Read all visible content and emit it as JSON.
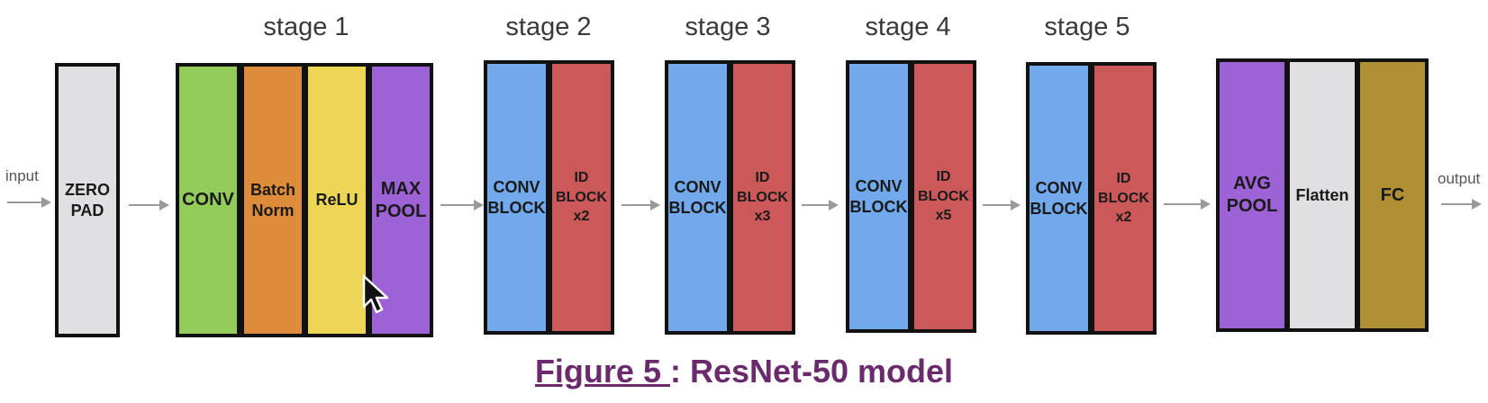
{
  "stages": [
    "stage 1",
    "stage 2",
    "stage 3",
    "stage 4",
    "stage 5"
  ],
  "io": {
    "input": "input",
    "output": "output"
  },
  "blocks": {
    "zero_pad": "ZERO\nPAD",
    "conv": "CONV",
    "batch_norm": "Batch\nNorm",
    "relu": "ReLU",
    "max_pool": "MAX\nPOOL",
    "s2_conv_block": "CONV\nBLOCK",
    "s2_id_block": "ID\nBLOCK\nx2",
    "s3_conv_block": "CONV\nBLOCK",
    "s3_id_block": "ID\nBLOCK\nx3",
    "s4_conv_block": "CONV\nBLOCK",
    "s4_id_block": "ID\nBLOCK\nx5",
    "s5_conv_block": "CONV\nBLOCK",
    "s5_id_block": "ID\nBLOCK\nx2",
    "avg_pool": "AVG\nPOOL",
    "flatten": "Flatten",
    "fc": "FC"
  },
  "colors": {
    "zero_pad": "#e0e0e2",
    "conv": "#94cc5c",
    "batch_norm": "#dc8c3b",
    "relu": "#edd655",
    "max_pool": "#9d62d5",
    "conv_block": "#71a9ec",
    "id_block": "#cb5959",
    "avg_pool": "#9d62d5",
    "flatten": "#e0e0e2",
    "fc": "#b18f35",
    "caption": "#6b2a6b"
  },
  "caption": {
    "figure": "Figure 5 ",
    "rest": ": ResNet-50 model"
  }
}
